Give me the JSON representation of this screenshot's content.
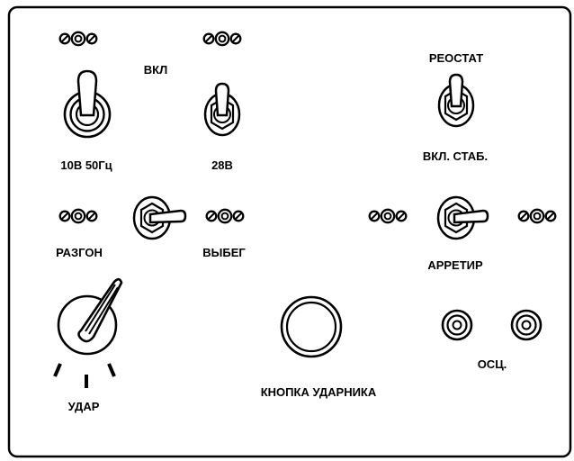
{
  "panel": {
    "labels": {
      "vkl": "ВКЛ",
      "power_10v": "10В 50Гц",
      "power_28v": "28В",
      "reostat": "РЕОСТАТ",
      "vkl_stab": "ВКЛ. СТАБ.",
      "razgon": "РАЗГОН",
      "vybeg": "ВЫБЕГ",
      "arretir": "АРРЕТИР",
      "udar": "УДАР",
      "button": "КНОПКА УДАРНИКА",
      "osc": "ОСЦ."
    }
  },
  "colors": {
    "ink": "#000000",
    "background": "#ffffff"
  }
}
